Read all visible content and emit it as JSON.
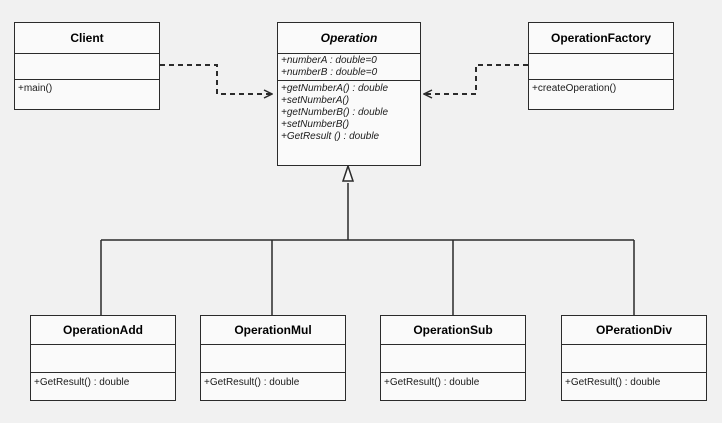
{
  "classes": {
    "client": {
      "name": "Client",
      "attributes": [],
      "methods": [
        "+main()"
      ]
    },
    "operation": {
      "name": "Operation",
      "attributes": [
        "+numberA : double=0",
        "+numberB : double=0"
      ],
      "methods": [
        "+getNumberA()  :  double",
        "+setNumberA()",
        "+getNumberB()  :  double",
        "+setNumberB()",
        "+GetResult  ()  :  double"
      ]
    },
    "factory": {
      "name": "OperationFactory",
      "attributes": [],
      "methods": [
        "+createOperation()"
      ]
    },
    "add": {
      "name": "OperationAdd",
      "attributes": [],
      "methods": [
        "+GetResult() : double"
      ]
    },
    "mul": {
      "name": "OperationMul",
      "attributes": [],
      "methods": [
        "+GetResult() : double"
      ]
    },
    "sub": {
      "name": "OperationSub",
      "attributes": [],
      "methods": [
        "+GetResult() : double"
      ]
    },
    "div": {
      "name": "OPerationDiv",
      "attributes": [],
      "methods": [
        "+GetResult()  :  double"
      ]
    }
  },
  "relations": [
    {
      "from": "Client",
      "to": "Operation",
      "kind": "dependency"
    },
    {
      "from": "OperationFactory",
      "to": "Operation",
      "kind": "dependency"
    },
    {
      "from": "OperationAdd",
      "to": "Operation",
      "kind": "generalization"
    },
    {
      "from": "OperationMul",
      "to": "Operation",
      "kind": "generalization"
    },
    {
      "from": "OperationSub",
      "to": "Operation",
      "kind": "generalization"
    },
    {
      "from": "OPerationDiv",
      "to": "Operation",
      "kind": "generalization"
    }
  ],
  "colors": {
    "background": "#f1f1f1",
    "box_fill": "#fafafa",
    "stroke": "#2b2b2b"
  }
}
